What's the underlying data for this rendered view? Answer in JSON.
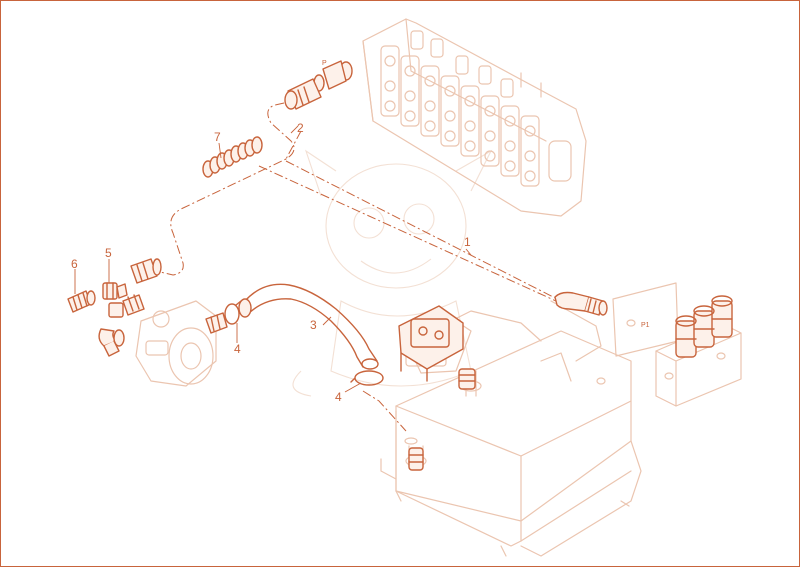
{
  "diagram": {
    "callouts": {
      "c1": "1",
      "c2": "2",
      "c3": "3",
      "c4a": "4",
      "c4b": "4",
      "c5": "5",
      "c6": "6",
      "c7": "7"
    },
    "port_labels": {
      "p": "P",
      "p1": "P1"
    },
    "colors": {
      "line": "#c8643c",
      "faint": "#ebc5b0",
      "frame": "#c8643c"
    }
  }
}
